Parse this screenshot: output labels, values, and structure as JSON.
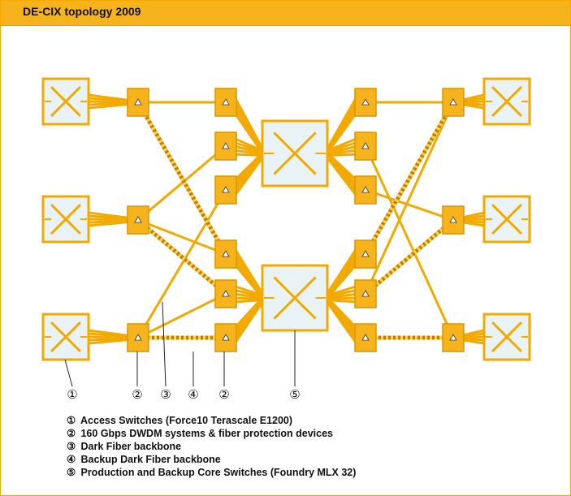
{
  "title": "DE-CIX topology 2009",
  "colors": {
    "switch_fill": "#e9f3f5",
    "switch_border": "#f2a900",
    "link": "#f2a900",
    "header": "#f6b31c"
  },
  "callouts": [
    "①",
    "②",
    "③",
    "④",
    "②",
    "⑤"
  ],
  "legend": [
    {
      "marker": "①",
      "text": "Access Switches (Force10 Terascale E1200)"
    },
    {
      "marker": "②",
      "text": "160 Gbps DWDM systems & fiber protection devices"
    },
    {
      "marker": "③",
      "text": "Dark Fiber backbone"
    },
    {
      "marker": "④",
      "text": "Backup Dark Fiber backbone"
    },
    {
      "marker": "⑤",
      "text": "Production and Backup Core Switches (Foundry MLX 32)"
    }
  ]
}
